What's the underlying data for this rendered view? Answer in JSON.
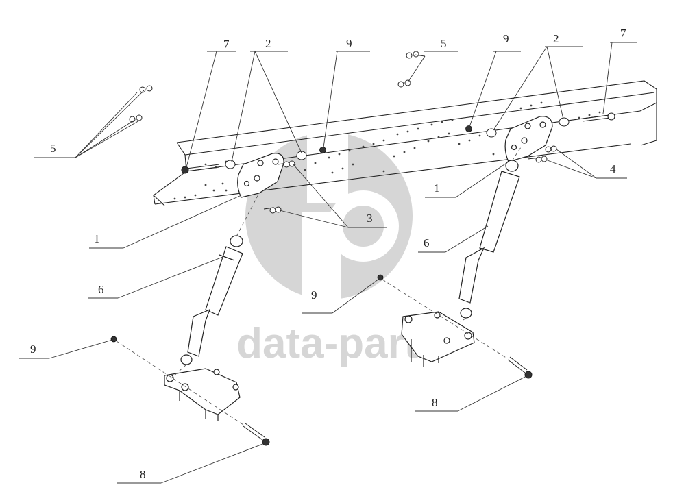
{
  "watermark": {
    "text": "data-parts",
    "color": "#d0d0d0"
  },
  "callouts": {
    "c_7a": "7",
    "c_2a": "2",
    "c_9a": "9",
    "c_5a": "5",
    "c_9b": "9",
    "c_2b": "2",
    "c_7b": "7",
    "c_5b": "5",
    "c_4": "4",
    "c_1a": "1",
    "c_3": "3",
    "c_1b": "1",
    "c_6a": "6",
    "c_6b": "6",
    "c_9c": "9",
    "c_9d": "9",
    "c_8a": "8",
    "c_8b": "8"
  },
  "colors": {
    "line": "#222222",
    "leader": "#333333",
    "dash": "#555555"
  }
}
